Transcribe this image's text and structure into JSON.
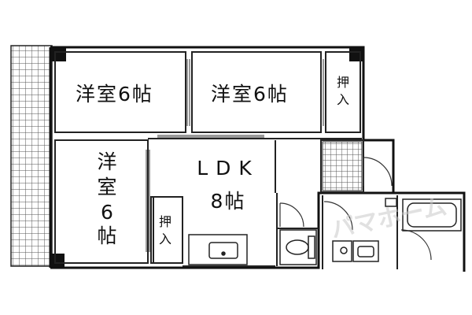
{
  "rooms": {
    "western_room_top_left": {
      "name": "洋室",
      "size": "6帖"
    },
    "western_room_top_right": {
      "name": "洋室",
      "size": "6帖"
    },
    "western_room_left": {
      "name": "洋室",
      "size": "6帖"
    },
    "ldk": {
      "name": "LDK",
      "size": "8帖"
    }
  },
  "closets": {
    "top_right": "押入",
    "center": "押入"
  },
  "watermark": {
    "text": "パマホーム"
  },
  "colors": {
    "wall": "#111111",
    "line": "#222222",
    "grid": "#555555",
    "watermark": "#c9c9c9"
  },
  "icons": [
    "sink-icon",
    "toilet-icon",
    "washbasin-icon",
    "bathtub-icon",
    "door-swing-icon"
  ]
}
